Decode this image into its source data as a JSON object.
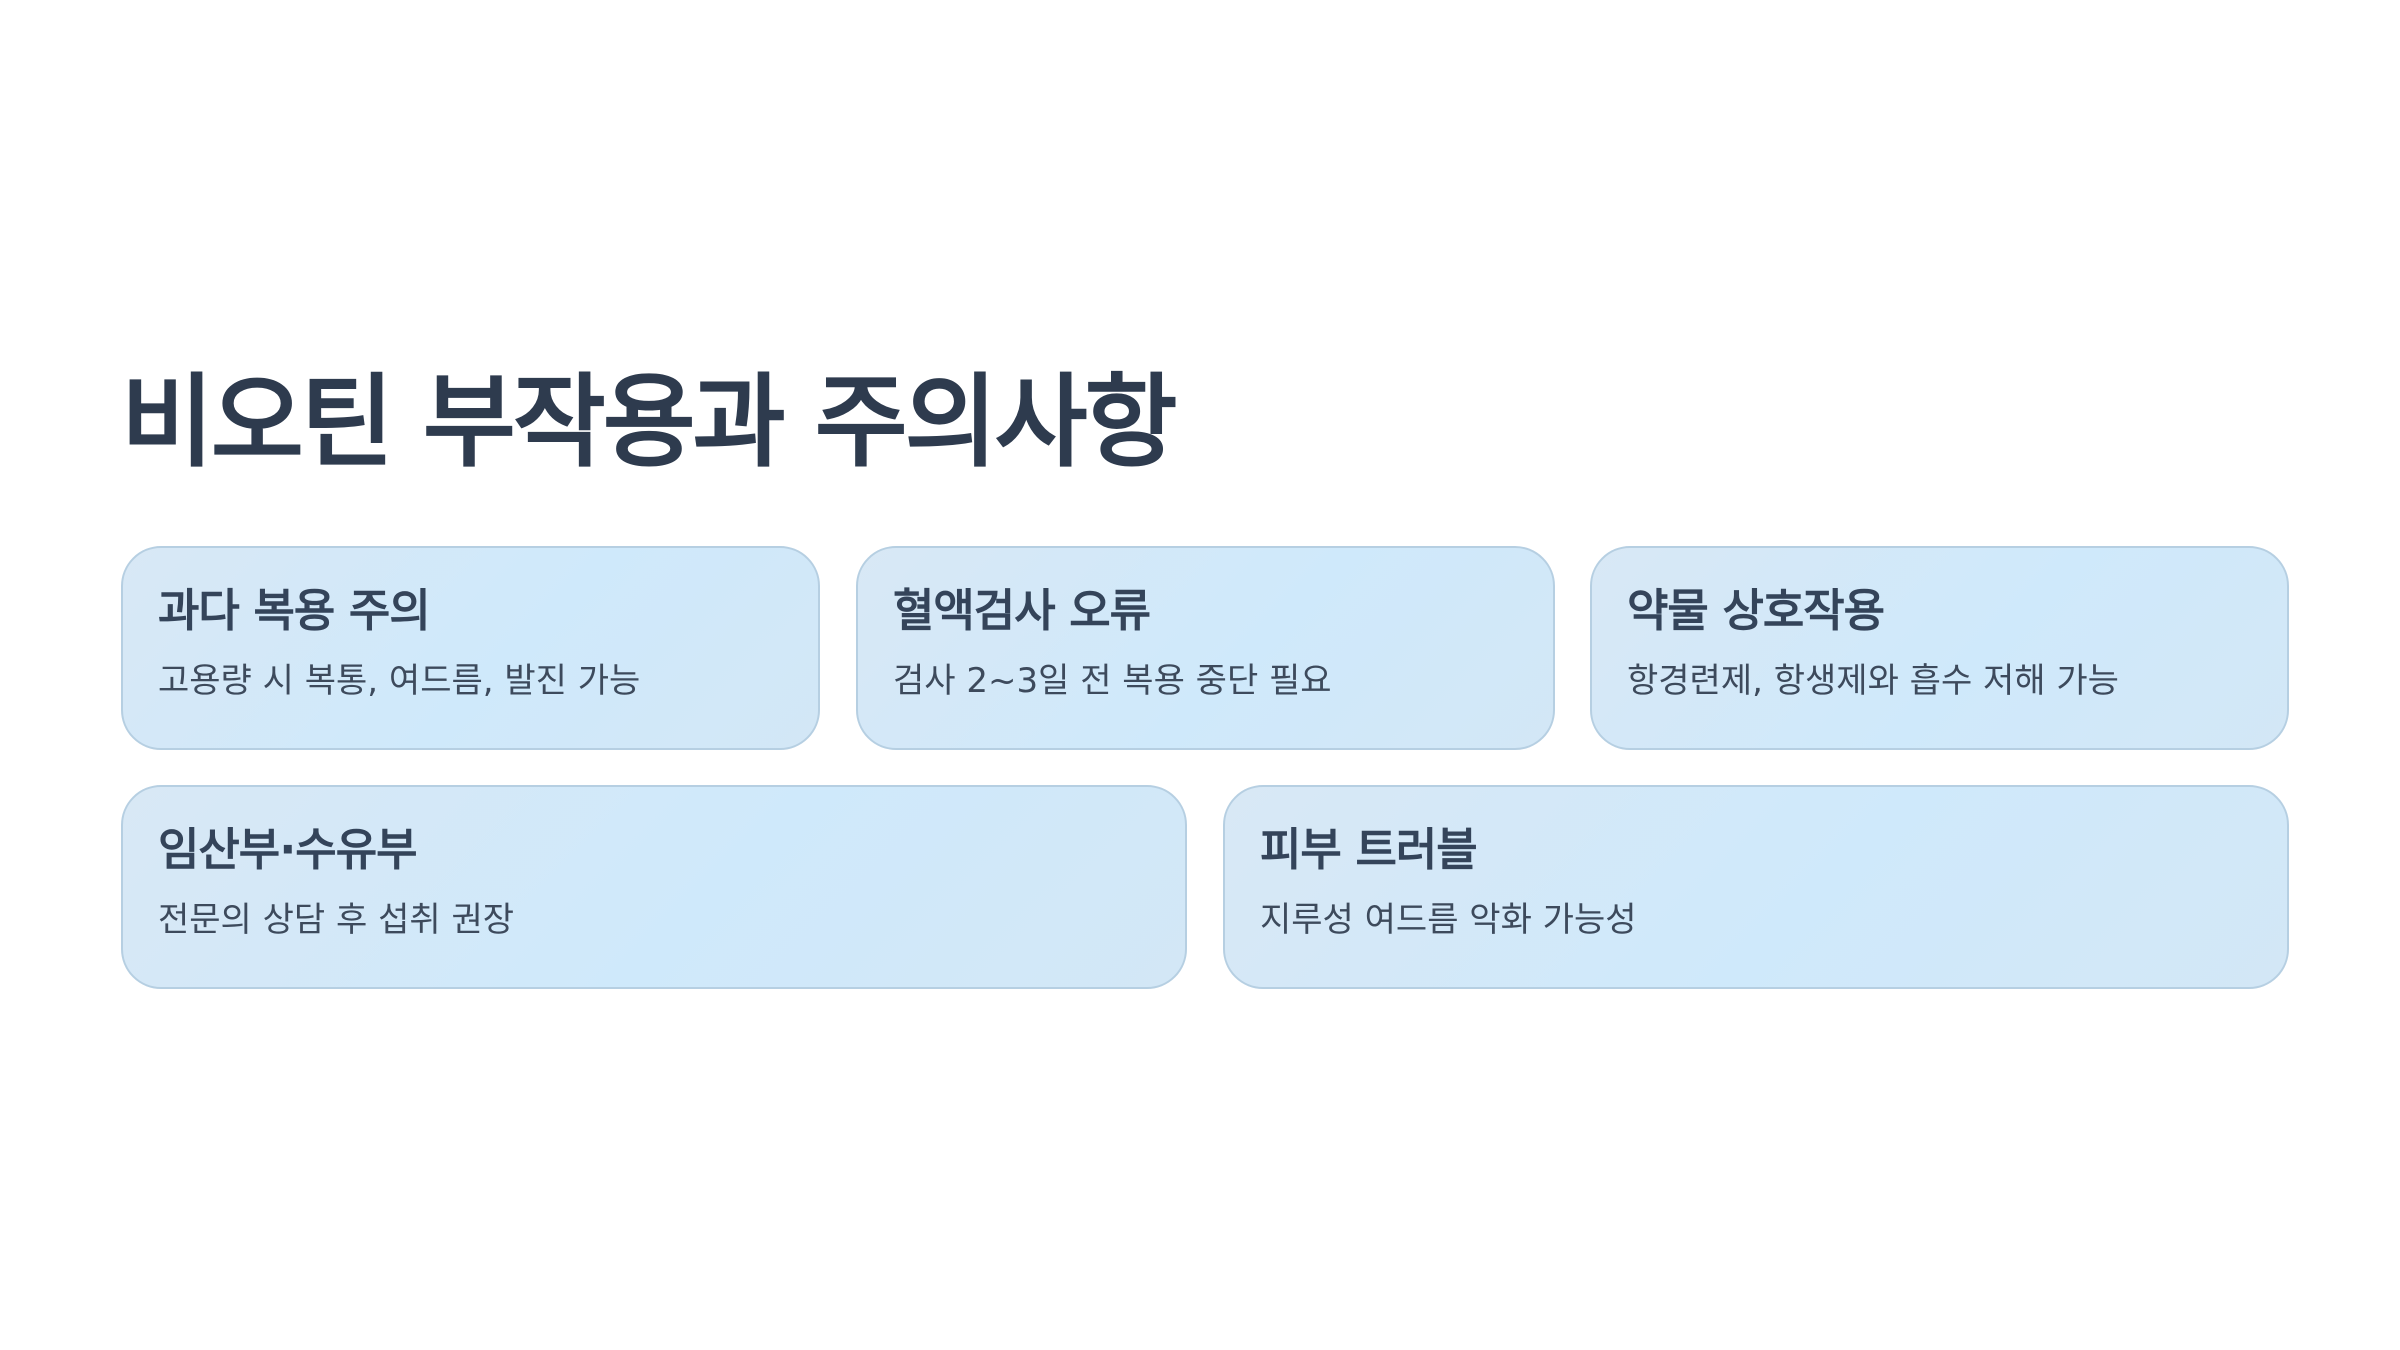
{
  "slide": {
    "title": "비오틴 부작용과 주의사항",
    "cards": [
      {
        "heading": "과다 복용 주의",
        "text": "고용량 시 복통, 여드름, 발진 가능"
      },
      {
        "heading": "혈액검사 오류",
        "text": "검사 2~3일 전 복용 중단 필요"
      },
      {
        "heading": "약물 상호작용",
        "text": "항경련제, 항생제와 흡수 저해 가능"
      },
      {
        "heading": "임산부·수유부",
        "text": "전문의 상담 후 섭취 권장"
      },
      {
        "heading": "피부 트러블",
        "text": "지루성 여드름 악화 가능성"
      }
    ]
  },
  "colors": {
    "title_text": "#2e3b4e",
    "card_border": "#b6cfe2",
    "card_fill": "#d3e8f8",
    "background": "#ffffff"
  }
}
